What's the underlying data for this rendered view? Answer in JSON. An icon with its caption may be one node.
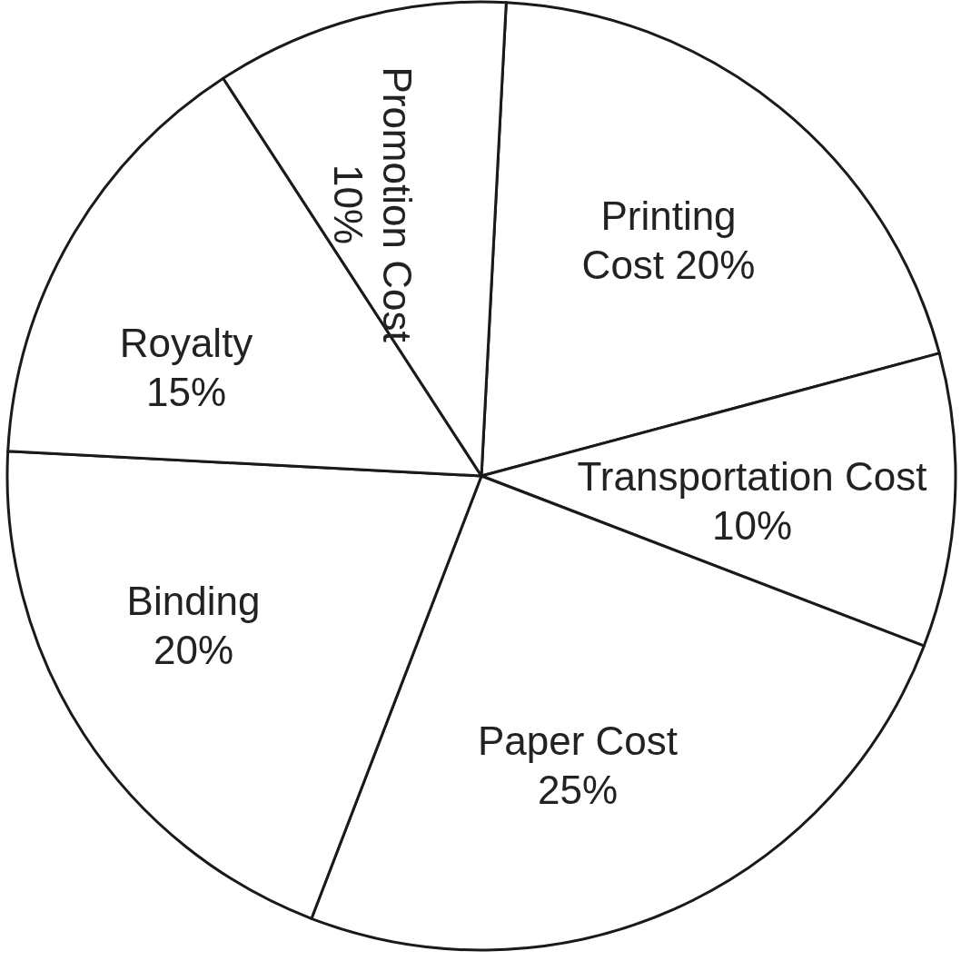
{
  "diagram": {
    "chart_data": {
      "type": "pie",
      "categories": [
        "Printing Cost",
        "Transportation Cost",
        "Paper Cost",
        "Binding",
        "Royalty",
        "Promotion Cost"
      ],
      "series": [
        {
          "color": "#ffffff",
          "values": [
            20,
            10,
            25,
            20,
            15,
            10
          ]
        }
      ],
      "value_labels": [
        "20%",
        "10%",
        "25%",
        "20%",
        "15%",
        "10%"
      ]
    }
  }
}
